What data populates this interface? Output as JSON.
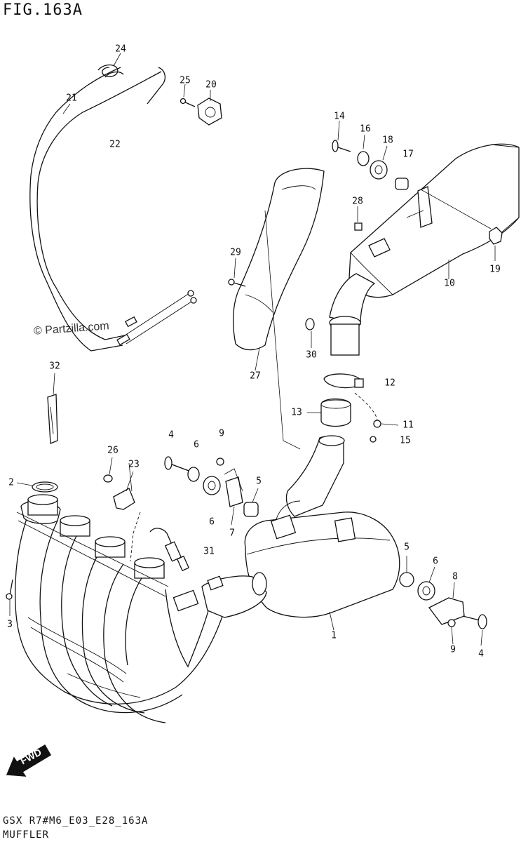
{
  "figure": {
    "title": "FIG.163A",
    "watermark": "© Partzilla.com",
    "footer_code": "GSX R7#M6_E03_E28_163A",
    "footer_name": "MUFFLER",
    "fwd_label": "FWD"
  },
  "callouts": [
    {
      "id": "c24",
      "label": "24"
    },
    {
      "id": "c25",
      "label": "25"
    },
    {
      "id": "c20",
      "label": "20"
    },
    {
      "id": "c21",
      "label": "21"
    },
    {
      "id": "c22",
      "label": "22"
    },
    {
      "id": "c14",
      "label": "14"
    },
    {
      "id": "c16",
      "label": "16"
    },
    {
      "id": "c18",
      "label": "18"
    },
    {
      "id": "c17",
      "label": "17"
    },
    {
      "id": "c28",
      "label": "28"
    },
    {
      "id": "c29",
      "label": "29"
    },
    {
      "id": "c19",
      "label": "19"
    },
    {
      "id": "c10",
      "label": "10"
    },
    {
      "id": "c30",
      "label": "30"
    },
    {
      "id": "c27",
      "label": "27"
    },
    {
      "id": "c12",
      "label": "12"
    },
    {
      "id": "c13",
      "label": "13"
    },
    {
      "id": "c11",
      "label": "11"
    },
    {
      "id": "c15",
      "label": "15"
    },
    {
      "id": "c32",
      "label": "32"
    },
    {
      "id": "c4a",
      "label": "4"
    },
    {
      "id": "c9a",
      "label": "9"
    },
    {
      "id": "c6a",
      "label": "6"
    },
    {
      "id": "c26",
      "label": "26"
    },
    {
      "id": "c23",
      "label": "23"
    },
    {
      "id": "c2",
      "label": "2"
    },
    {
      "id": "c5a",
      "label": "5"
    },
    {
      "id": "c6b",
      "label": "6"
    },
    {
      "id": "c7",
      "label": "7"
    },
    {
      "id": "c31",
      "label": "31"
    },
    {
      "id": "c3",
      "label": "3"
    },
    {
      "id": "c1",
      "label": "1"
    },
    {
      "id": "c5b",
      "label": "5"
    },
    {
      "id": "c6c",
      "label": "6"
    },
    {
      "id": "c8",
      "label": "8"
    },
    {
      "id": "c9b",
      "label": "9"
    },
    {
      "id": "c4b",
      "label": "4"
    }
  ]
}
